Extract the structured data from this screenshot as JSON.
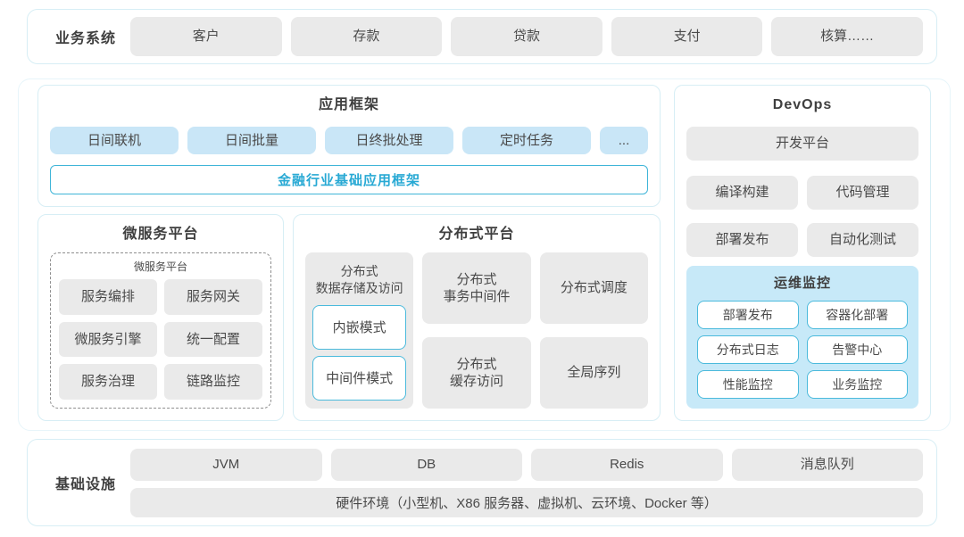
{
  "colors": {
    "panel_border": "#d7eef5",
    "box_gray": "#eaeaea",
    "box_blue": "#c9e6f7",
    "monitor_bg": "#c7e9f8",
    "outline_blue": "#4bbadc",
    "accent_text": "#28a9d4",
    "text": "#4a4a4a"
  },
  "business": {
    "label": "业务系统",
    "items": [
      "客户",
      "存款",
      "贷款",
      "支付",
      "核算……"
    ]
  },
  "app_framework": {
    "title": "应用框架",
    "items": [
      "日间联机",
      "日间批量",
      "日终批处理",
      "定时任务",
      "..."
    ],
    "base": "金融行业基础应用框架"
  },
  "devops": {
    "title": "DevOps",
    "platform": "开发平台",
    "items": [
      "编译构建",
      "代码管理",
      "部署发布",
      "自动化测试"
    ],
    "monitor": {
      "title": "运维监控",
      "items": [
        "部署发布",
        "容器化部署",
        "分布式日志",
        "告警中心",
        "性能监控",
        "业务监控"
      ]
    }
  },
  "microservice": {
    "title": "微服务平台",
    "inner_title": "微服务平台",
    "items": [
      "服务编排",
      "服务网关",
      "微服务引擎",
      "统一配置",
      "服务治理",
      "链路监控"
    ]
  },
  "distributed": {
    "title": "分布式平台",
    "storage": {
      "line1": "分布式",
      "line2": "数据存储及访问",
      "modes": [
        "内嵌模式",
        "中间件模式"
      ]
    },
    "transaction": {
      "line1": "分布式",
      "line2": "事务中间件"
    },
    "scheduler": "分布式调度",
    "cache": {
      "line1": "分布式",
      "line2": "缓存访问"
    },
    "sequence": "全局序列"
  },
  "infrastructure": {
    "label": "基础设施",
    "items": [
      "JVM",
      "DB",
      "Redis",
      "消息队列"
    ],
    "hardware": "硬件环境（小型机、X86 服务器、虚拟机、云环境、Docker 等）"
  }
}
